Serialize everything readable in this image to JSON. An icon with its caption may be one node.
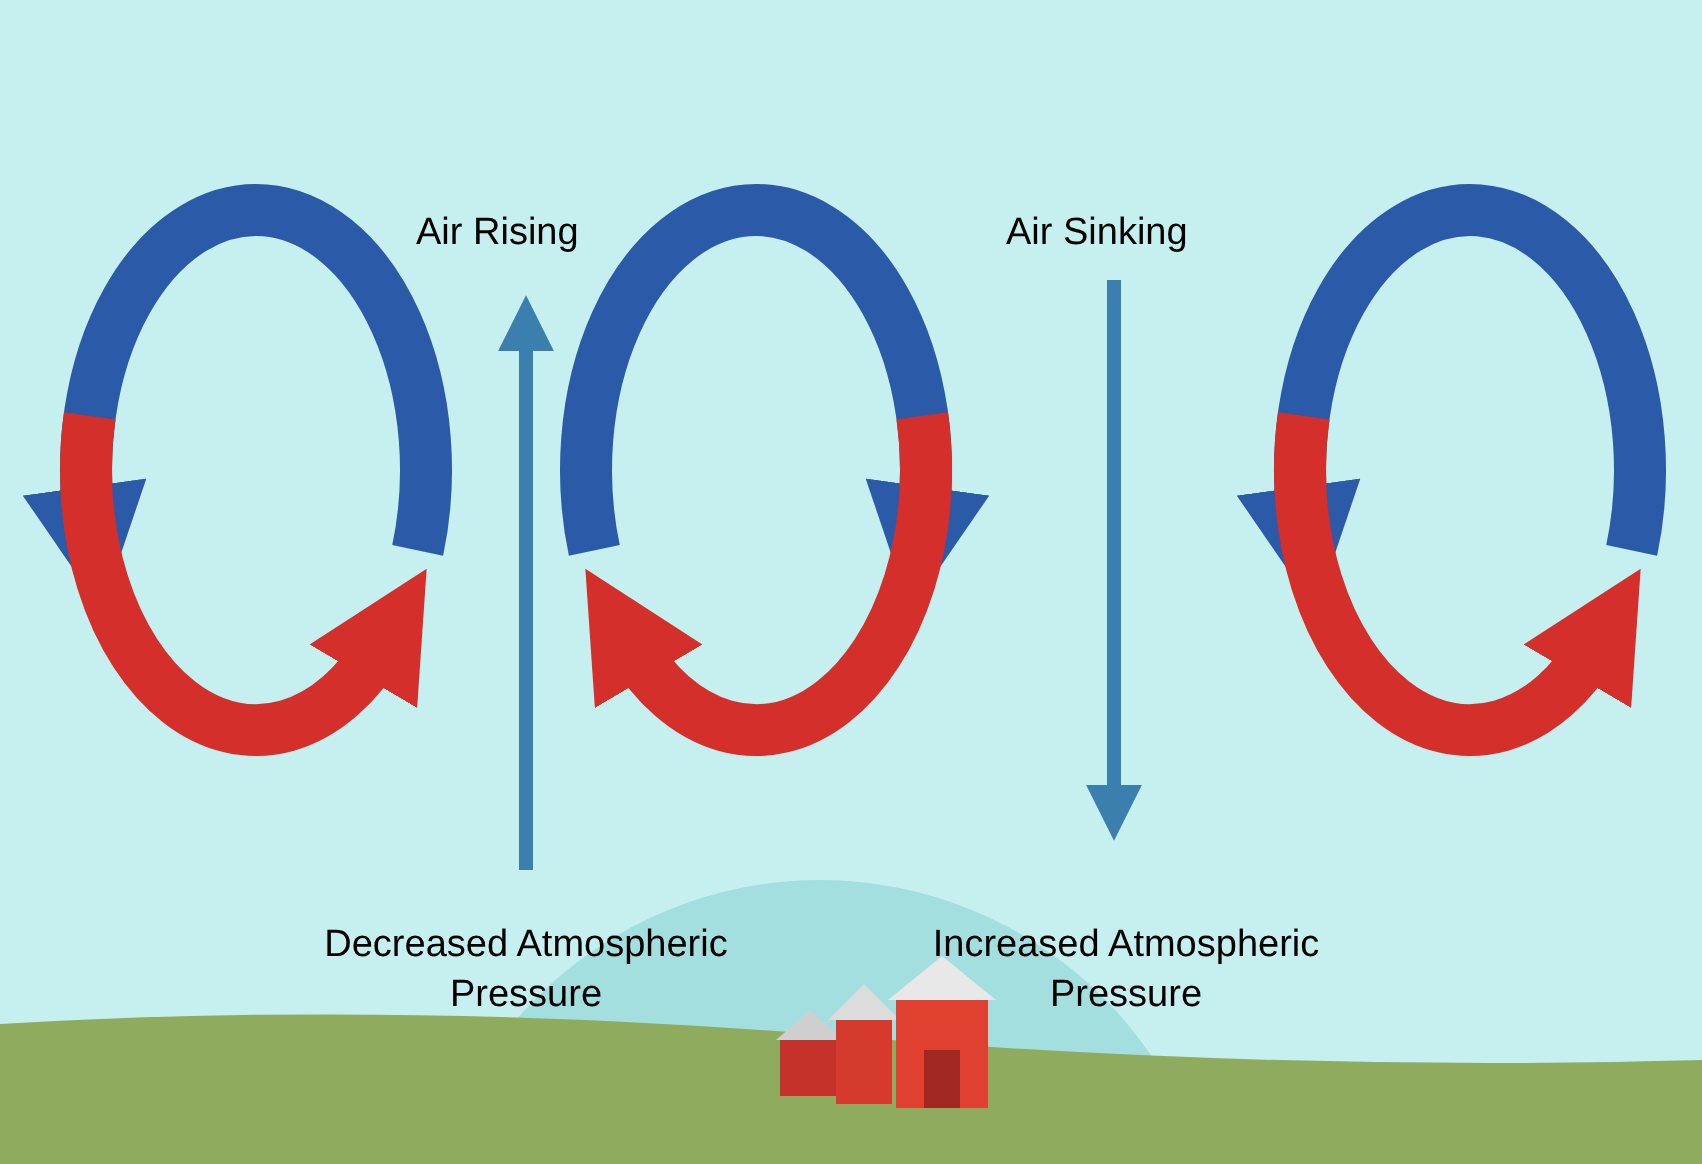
{
  "diagram": {
    "labels": [
      "Air Rising",
      "Air Sinking",
      "Decreased Atmospheric Pressure",
      "Increased Atmospheric Pressure"
    ]
  }
}
